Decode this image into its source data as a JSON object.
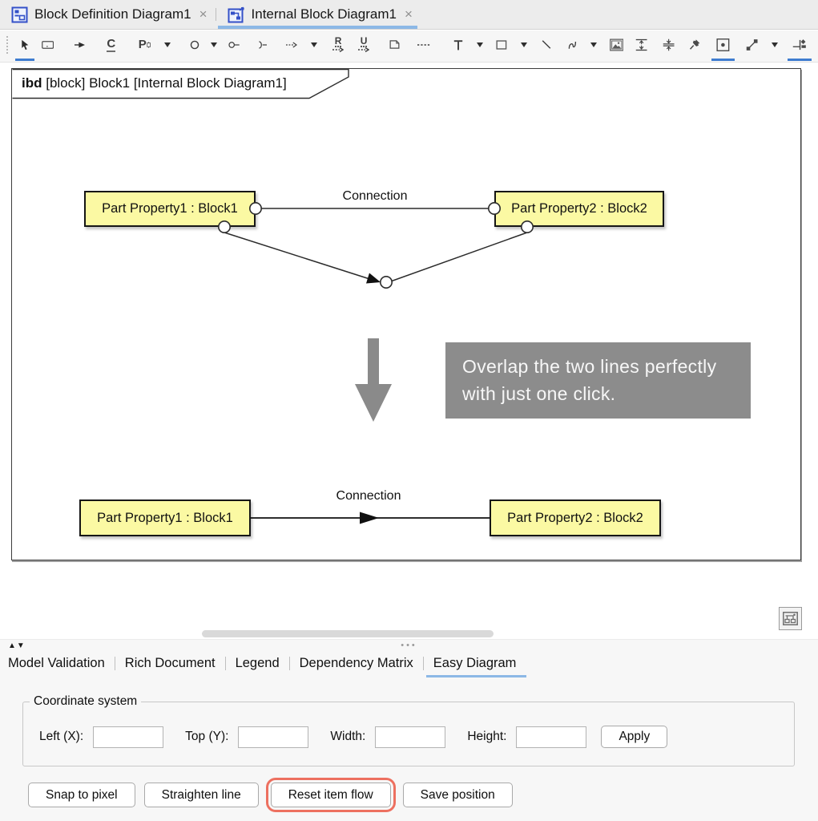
{
  "window": {
    "tabs": [
      {
        "label": "Block Definition Diagram1",
        "close": "×"
      },
      {
        "label": "Internal Block Diagram1",
        "close": "×"
      }
    ]
  },
  "toolbar": {
    "glyphs": {
      "connector": "C",
      "part": "P",
      "realization": "R",
      "usage": "U",
      "text": "T"
    }
  },
  "diagram": {
    "header_kind": "ibd",
    "header_rest": " [block] Block1 [Internal Block Diagram1]",
    "before": {
      "block1": "Part Property1 : Block1",
      "block2": "Part Property2 : Block2",
      "connection": "Connection"
    },
    "after": {
      "block1": "Part Property1 : Block1",
      "block2": "Part Property2 : Block2",
      "connection": "Connection"
    },
    "callout_line1": "Overlap the two lines perfectly",
    "callout_line2": "with just one click."
  },
  "panel": {
    "collapse": "▲",
    "expand": "▼",
    "handle": "•••",
    "tabs": [
      {
        "label": "Model Validation"
      },
      {
        "label": "Rich Document"
      },
      {
        "label": "Legend"
      },
      {
        "label": "Dependency Matrix"
      },
      {
        "label": "Easy Diagram",
        "active": true
      }
    ],
    "coordinate": {
      "title": "Coordinate system",
      "fields": [
        {
          "label": "Left (X):",
          "value": ""
        },
        {
          "label": "Top (Y):",
          "value": ""
        },
        {
          "label": "Width:",
          "value": ""
        },
        {
          "label": "Height:",
          "value": ""
        }
      ],
      "apply": "Apply"
    },
    "actions": [
      {
        "label": "Snap to pixel"
      },
      {
        "label": "Straighten line"
      },
      {
        "label": "Reset item flow",
        "highlighted": true
      },
      {
        "label": "Save position"
      }
    ]
  },
  "colors": {
    "block_fill": "#fbf9a3",
    "toolbar_accent": "#3e7cd0",
    "tab_underline": "#8cb8e6",
    "callout_gray": "#8c8c8c",
    "highlight_ring": "#ed7060",
    "tab_icon_blue": "#3350c8"
  }
}
